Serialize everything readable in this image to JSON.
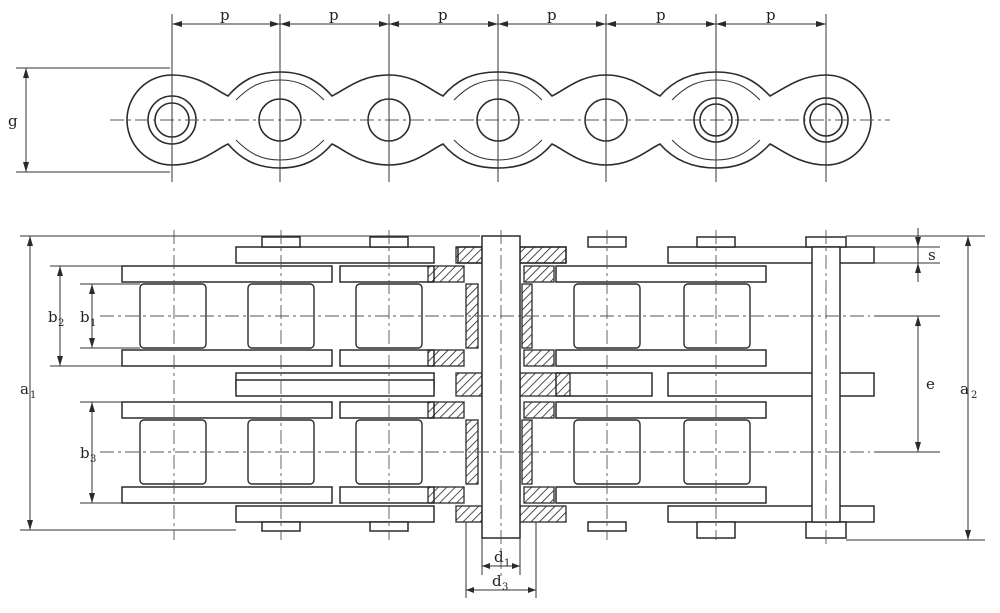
{
  "labels": {
    "pitch": "p",
    "height": "g",
    "overall_width": "a",
    "overall_width_sub": "1",
    "overall_width_2": "a",
    "overall_width_2_sub": "2",
    "transverse": "e",
    "plate_thickness": "s",
    "outer_width": "b",
    "outer_width_sub": "2",
    "inner_width": "b",
    "inner_width_sub": "1",
    "lower_width": "b",
    "lower_width_sub": "3",
    "pin_dia": "d",
    "pin_dia_sub": "1",
    "bush_dia": "d",
    "bush_dia_sub": "3"
  }
}
